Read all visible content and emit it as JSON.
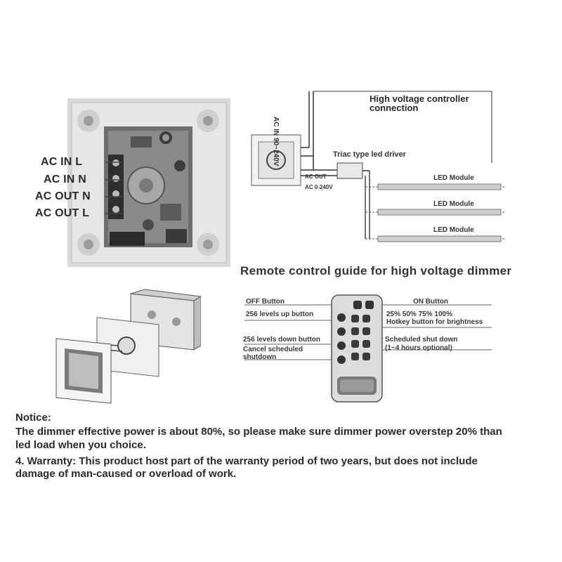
{
  "dimmer_photo": {
    "terminals": [
      "AC IN L",
      "AC IN N",
      "AC OUT N",
      "AC OUT L"
    ]
  },
  "hv_diagram": {
    "title_line1": "High voltage controller",
    "title_line2": "connection",
    "ac_in": "AC IN 90~240V",
    "driver_label": "Triac type led driver",
    "ac_out": "AC OUT",
    "ac_out_range": "AC 0-240V",
    "led_modules": [
      "LED Module",
      "LED Module",
      "LED Module"
    ]
  },
  "remote_guide": {
    "title": "Remote control guide for high voltage dimmer",
    "left_labels": {
      "off": "OFF Button",
      "up": "256 levels up button",
      "down": "256 levels down button",
      "cancel_1": "Cancel scheduled",
      "cancel_2": "shutdown"
    },
    "right_labels": {
      "on": "ON Button",
      "pct": "25% 50% 75% 100%",
      "hotkey": "Hotkey button for brightness",
      "sched_1": "Scheduled shut down",
      "sched_2": "(1~4 hours optional)"
    }
  },
  "notice": {
    "heading": "Notice:",
    "line1": "The dimmer effective power is about 80%, so please make sure dimmer power overstep 20% than",
    "line2": "led load when you choice.",
    "line3": "4. Warranty: This product host part of the warranty period of two years, but does not include",
    "line4": "damage of man-caused or overload of work."
  }
}
